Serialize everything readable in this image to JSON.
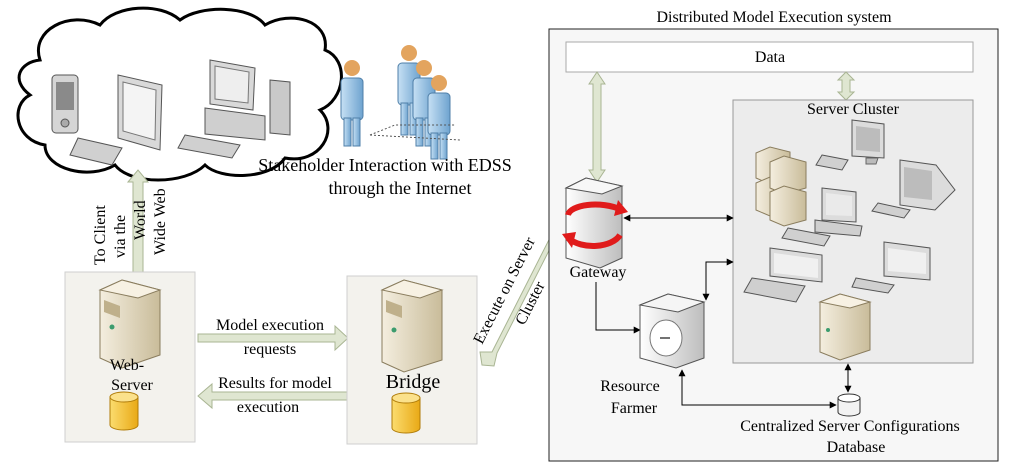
{
  "labels": {
    "stakeholder_line1": "Stakeholder Interaction with EDSS",
    "stakeholder_line2": "through the Internet",
    "to_client_line1": "To Client",
    "to_client_line2": "via the",
    "to_client_line3": "World",
    "to_client_line4": "Wide Web",
    "webserver_line1": "Web-",
    "webserver_line2": "Server",
    "model_req_line1": "Model execution",
    "model_req_line2": "requests",
    "results_line1": "Results for model",
    "results_line2": "execution",
    "bridge": "Bridge",
    "execute_line1": "Execute on Server",
    "execute_line2": "Cluster",
    "system_title": "Distributed Model Execution system",
    "data": "Data",
    "server_cluster": "Server Cluster",
    "gateway": "Gateway",
    "resource_line1": "Resource",
    "resource_line2": "Farmer",
    "db_line1": "Centralized Server Configurations",
    "db_line2": "Database"
  },
  "colors": {
    "arrow_fill": "#dfe6d1",
    "arrow_stroke": "#a9b593",
    "panel_fill": "#f3f2ed",
    "cluster_fill": "#ececec",
    "server_tan": "#e6dcc3",
    "person_blue": "#9fc6e6",
    "db_yellow": "#f6c53a",
    "refresh_red": "#e01b1b"
  }
}
